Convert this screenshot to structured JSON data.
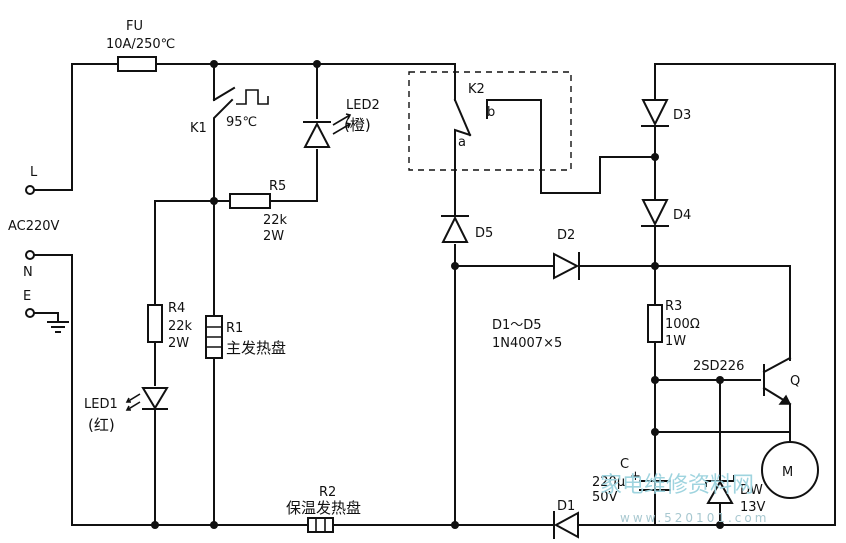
{
  "labels": {
    "fu": "FU",
    "fu_rating": "10A/250℃",
    "k1": "K1",
    "k1_temp": "95℃",
    "led2": "LED2",
    "led2_color": "(橙)",
    "k2": "K2",
    "k2_b": "b",
    "k2_a": "a",
    "d3": "D3",
    "d4": "D4",
    "d5": "D5",
    "d2": "D2",
    "d1": "D1",
    "r5": "R5",
    "r5_value": "22k",
    "r5_power": "2W",
    "r4": "R4",
    "r4_value": "22k",
    "r4_power": "2W",
    "r1": "R1",
    "r1_desc": "主发热盘",
    "r3": "R3",
    "r3_value": "100Ω",
    "r3_power": "1W",
    "led1": "LED1",
    "led1_color": "(红)",
    "diodes_note": "D1～D5",
    "diodes_type": "1N4007×5",
    "transistor_type": "2SD226",
    "q": "Q",
    "c": "C",
    "c_value": "220μ",
    "c_voltage": "50V",
    "c_plus": "+",
    "dw": "DW",
    "dw_voltage": "13V",
    "motor": "M",
    "r2": "R2",
    "r2_desc": "保温发热盘",
    "line_l": "L",
    "ac": "AC220V",
    "line_n": "N",
    "line_e": "E"
  },
  "watermark": {
    "text": "家电维修资料网",
    "url": "www.520101.com"
  }
}
